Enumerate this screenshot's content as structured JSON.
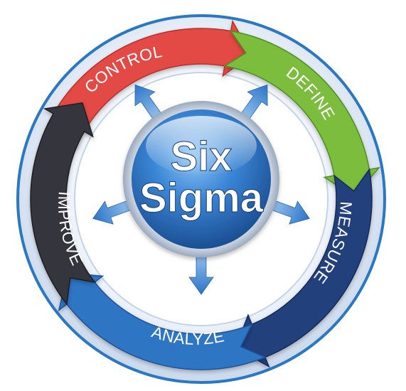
{
  "center": {
    "line1": "Six",
    "line2": "Sigma"
  },
  "segments": [
    {
      "label": "CONTROL",
      "color": "#e34a45",
      "dark": "#b7302c"
    },
    {
      "label": "DEFINE",
      "color": "#7bbd3c",
      "dark": "#4f8f22"
    },
    {
      "label": "MEASURE",
      "color": "#233f7c",
      "dark": "#152a58"
    },
    {
      "label": "ANALYZE",
      "color": "#2f74c4",
      "dark": "#1d5399"
    },
    {
      "label": "IMPROVE",
      "color": "#36363e",
      "dark": "#1f1f24"
    }
  ],
  "colors": {
    "ring_outer": "#2a78c2",
    "ring_fill": "#f4f7fb",
    "hub_blue": "#3a86d6",
    "arrow_blue": "#3f8fe0"
  },
  "icons": {
    "radial_arrows": "arrow-icon"
  }
}
